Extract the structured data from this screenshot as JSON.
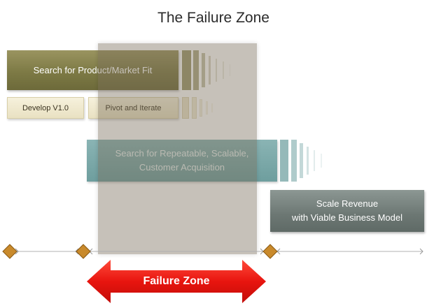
{
  "title": "The Failure Zone",
  "boxes": {
    "product_market_fit": "Search for Product/Market Fit",
    "develop": "Develop V1.0",
    "pivot": "Pivot and Iterate",
    "customer_acquisition_line1": "Search for Repeatable, Scalable,",
    "customer_acquisition_line2": "Customer Acquisition",
    "scale_line1": "Scale Revenue",
    "scale_line2": "with Viable Business Model"
  },
  "failure_zone_label": "Failure Zone",
  "colors": {
    "olive": "#7d7a45",
    "cream": "#efe8cc",
    "teal": "#7aa8a8",
    "grey": "#6c7773",
    "zone": "#786c58",
    "arrow_red": "#e8150f",
    "milestone": "#c98a2c"
  }
}
